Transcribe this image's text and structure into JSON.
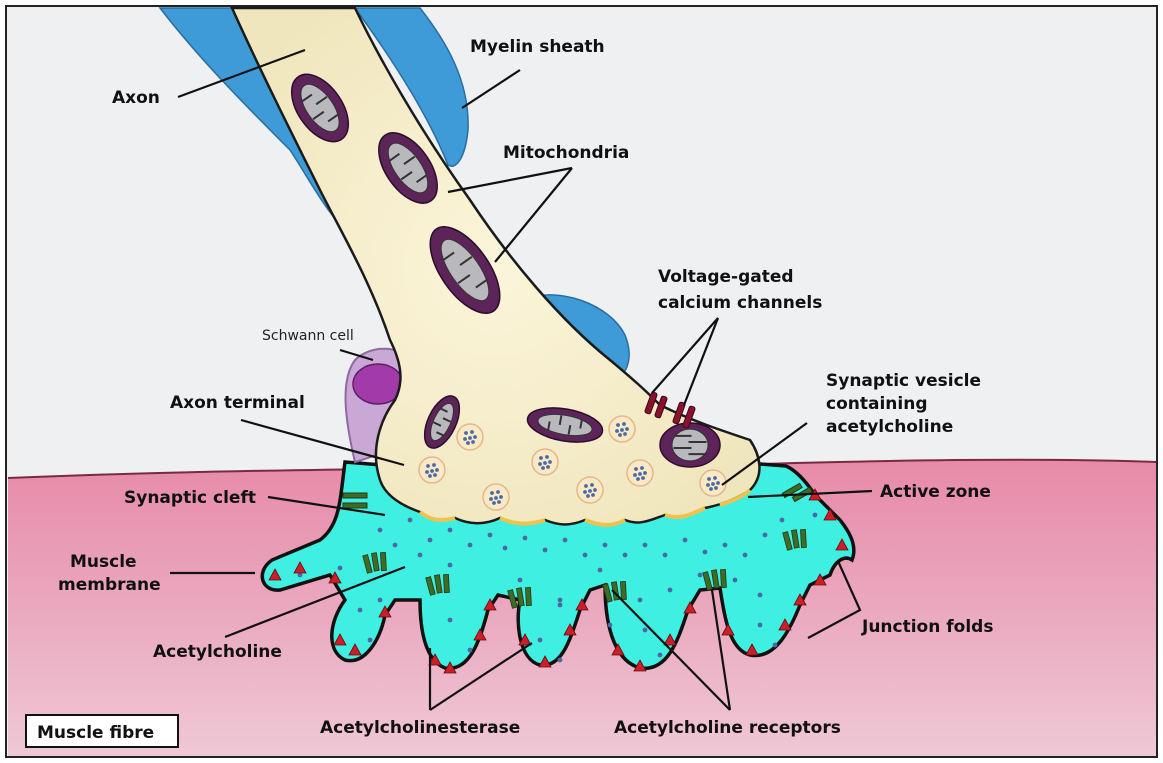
{
  "labels": {
    "axon": "Axon",
    "myelin_sheath": "Myelin sheath",
    "mitochondria": "Mitochondria",
    "voltage_gated_line1": "Voltage-gated",
    "voltage_gated_line2": "calcium channels",
    "schwann_cell": "Schwann cell",
    "synaptic_vesicle_line1": "Synaptic vesicle",
    "synaptic_vesicle_line2": "containing",
    "synaptic_vesicle_line3": "acetylcholine",
    "axon_terminal": "Axon terminal",
    "synaptic_cleft": "Synaptic cleft",
    "active_zone": "Active zone",
    "muscle_membrane_line1": "Muscle",
    "muscle_membrane_line2": "membrane",
    "acetylcholine": "Acetylcholine",
    "junction_folds": "Junction folds",
    "acetylcholinesterase": "Acetylcholinesterase",
    "acetylcholine_receptors": "Acetylcholine receptors",
    "muscle_fibre": "Muscle fibre"
  },
  "colors": {
    "background": "#eef0f2",
    "muscle": "#e8a0b8",
    "axoplasm": "#f7f0cf",
    "myelin": "#3f9bd8",
    "mitochondria": "#5c2458",
    "cleft": "#2ff0e4",
    "enzyme": "#cc1e28",
    "receptor": "#3f6b2a",
    "calcium_channel": "#8a1230",
    "schwann": "#c9a8d6",
    "schwann_nucleus": "#a23aa9",
    "vesicle": "#fbe9c6",
    "ach_dot": "#4a6aa6"
  }
}
